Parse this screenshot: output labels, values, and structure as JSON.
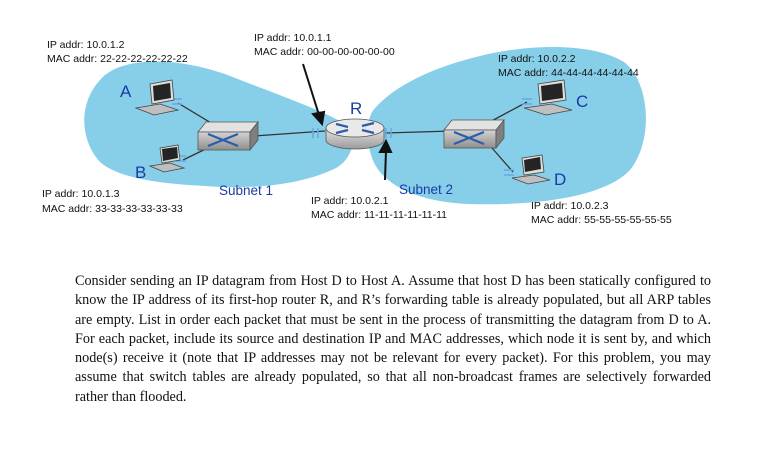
{
  "diagram": {
    "host_a": {
      "letter": "A",
      "ip": "IP addr: 10.0.1.2",
      "mac": "MAC addr: 22-22-22-22-22-22"
    },
    "host_b": {
      "letter": "B",
      "ip": "IP addr: 10.0.1.3",
      "mac": "MAC addr: 33-33-33-33-33-33"
    },
    "host_c": {
      "letter": "C",
      "ip": "IP addr: 10.0.2.2",
      "mac": "MAC addr: 44-44-44-44-44-44"
    },
    "host_d": {
      "letter": "D",
      "ip": "IP addr: 10.0.2.3",
      "mac": "MAC addr: 55-55-55-55-55-55"
    },
    "router": {
      "letter": "R",
      "if1_ip": "IP addr: 10.0.1.1",
      "if1_mac": "MAC addr: 00-00-00-00-00-00",
      "if2_ip": "IP addr: 10.0.2.1",
      "if2_mac": "MAC addr: 11-11-11-11-11-11"
    },
    "subnet1": "Subnet 1",
    "subnet2": "Subnet 2",
    "colors": {
      "subnet_fill": "#87cfe9",
      "label_blue": "#1a3aa6"
    }
  },
  "question": "Consider sending an IP datagram from Host D to Host A. Assume that host D has been statically configured to know the IP address of its first-hop router R, and R’s forwarding table is already populated, but all ARP tables are empty. List in order each packet that must be sent in the process of transmitting the datagram from D to A. For each packet, include its source and destination IP and MAC addresses, which node it is sent by, and which node(s) receive it (note that IP addresses may not be relevant for every packet). For this problem, you may assume that switch tables are already populated, so that all non-broadcast frames are selectively forwarded rather than flooded."
}
